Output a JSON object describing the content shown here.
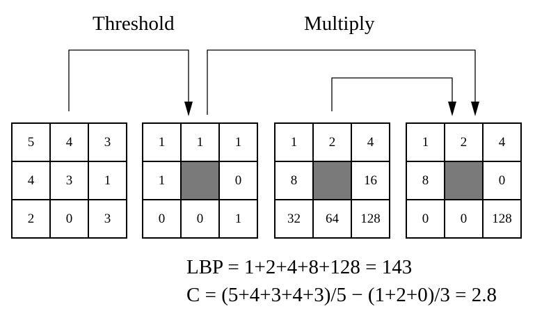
{
  "labels": {
    "threshold": "Threshold",
    "multiply": "Multiply"
  },
  "grids": [
    {
      "name": "input",
      "cells": [
        "5",
        "4",
        "3",
        "4",
        "3",
        "1",
        "2",
        "0",
        "3"
      ],
      "center_shaded": false
    },
    {
      "name": "thresholded",
      "cells": [
        "1",
        "1",
        "1",
        "1",
        "",
        "0",
        "0",
        "0",
        "1"
      ],
      "center_shaded": true
    },
    {
      "name": "weights",
      "cells": [
        "1",
        "2",
        "4",
        "8",
        "",
        "16",
        "32",
        "64",
        "128"
      ],
      "center_shaded": true
    },
    {
      "name": "result",
      "cells": [
        "1",
        "2",
        "4",
        "8",
        "",
        "0",
        "0",
        "0",
        "128"
      ],
      "center_shaded": true
    }
  ],
  "formulas": {
    "lbp": "LBP = 1+2+4+8+128 = 143",
    "contrast": "C = (5+4+3+4+3)/5 − (1+2+0)/3 = 2.8"
  }
}
